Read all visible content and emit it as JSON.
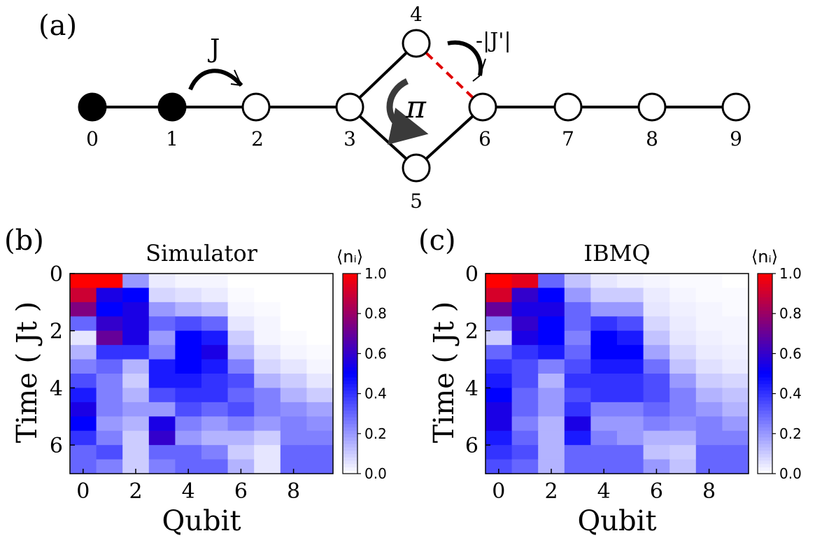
{
  "panel_a": {
    "label": "(a)",
    "hopping_label": "J",
    "flux_label": "π",
    "modified_hopping_label": "-|J'|",
    "colors": {
      "filled": "#000000",
      "empty": "#ffffff",
      "modified_bond": "#e00000",
      "flux_arrow": "#3a3a3a"
    },
    "nodes": [
      {
        "label": "0",
        "filled": true
      },
      {
        "label": "1",
        "filled": true
      },
      {
        "label": "2",
        "filled": false
      },
      {
        "label": "3",
        "filled": false
      },
      {
        "label": "4",
        "filled": false
      },
      {
        "label": "5",
        "filled": false
      },
      {
        "label": "6",
        "filled": false
      },
      {
        "label": "7",
        "filled": false
      },
      {
        "label": "8",
        "filled": false
      },
      {
        "label": "9",
        "filled": false
      }
    ]
  },
  "chart_data": [
    {
      "type": "heatmap",
      "panel_label": "(b)",
      "title": "Simulator",
      "xlabel": "Qubit",
      "ylabel": "Time ( Jt )",
      "colorbar_label": "⟨nᵢ⟩",
      "xlim": [
        -0.5,
        9.5
      ],
      "ylim": [
        0,
        7
      ],
      "x_ticks": [
        0,
        2,
        4,
        6,
        8
      ],
      "y_ticks": [
        0,
        2,
        4,
        6
      ],
      "colorbar_range": [
        0.0,
        1.0
      ],
      "colorbar_ticks": [
        "0.0",
        "0.2",
        "0.4",
        "0.6",
        "0.8",
        "1.0"
      ],
      "colormap": [
        "#ffffff",
        "#0000ff",
        "#ff0000"
      ],
      "x": [
        0,
        1,
        2,
        3,
        4,
        5,
        6,
        7,
        8,
        9
      ],
      "time": [
        0.0,
        0.5,
        1.0,
        1.5,
        2.0,
        2.5,
        3.0,
        3.5,
        4.0,
        4.5,
        5.0,
        5.5,
        6.0,
        6.5
      ],
      "z": [
        [
          1.0,
          1.0,
          0.2,
          0.04,
          0.02,
          0.02,
          0.0,
          0.0,
          0.0,
          0.0
        ],
        [
          0.9,
          0.55,
          0.5,
          0.08,
          0.06,
          0.04,
          0.01,
          0.0,
          0.0,
          0.0
        ],
        [
          0.75,
          0.5,
          0.55,
          0.2,
          0.15,
          0.12,
          0.02,
          0.01,
          0.0,
          0.0
        ],
        [
          0.3,
          0.6,
          0.55,
          0.3,
          0.35,
          0.3,
          0.05,
          0.02,
          0.0,
          0.0
        ],
        [
          0.05,
          0.7,
          0.55,
          0.2,
          0.5,
          0.45,
          0.1,
          0.02,
          0.01,
          0.0
        ],
        [
          0.15,
          0.4,
          0.4,
          0.25,
          0.5,
          0.55,
          0.15,
          0.05,
          0.02,
          0.01
        ],
        [
          0.25,
          0.3,
          0.15,
          0.45,
          0.5,
          0.45,
          0.25,
          0.08,
          0.05,
          0.02
        ],
        [
          0.35,
          0.25,
          0.1,
          0.45,
          0.45,
          0.4,
          0.35,
          0.15,
          0.1,
          0.05
        ],
        [
          0.45,
          0.25,
          0.15,
          0.35,
          0.4,
          0.4,
          0.3,
          0.25,
          0.15,
          0.1
        ],
        [
          0.55,
          0.25,
          0.2,
          0.2,
          0.35,
          0.3,
          0.35,
          0.25,
          0.22,
          0.18
        ],
        [
          0.5,
          0.2,
          0.15,
          0.55,
          0.25,
          0.2,
          0.25,
          0.2,
          0.25,
          0.22
        ],
        [
          0.4,
          0.25,
          0.1,
          0.6,
          0.2,
          0.15,
          0.15,
          0.1,
          0.25,
          0.25
        ],
        [
          0.3,
          0.35,
          0.1,
          0.3,
          0.3,
          0.25,
          0.1,
          0.05,
          0.3,
          0.3
        ],
        [
          0.3,
          0.25,
          0.1,
          0.25,
          0.3,
          0.3,
          0.15,
          0.05,
          0.3,
          0.3
        ]
      ]
    },
    {
      "type": "heatmap",
      "panel_label": "(c)",
      "title": "IBMQ",
      "xlabel": "Qubit",
      "ylabel": "Time ( Jt )",
      "colorbar_label": "⟨nᵢ⟩",
      "xlim": [
        -0.5,
        9.5
      ],
      "ylim": [
        0,
        7
      ],
      "x_ticks": [
        0,
        2,
        4,
        6,
        8
      ],
      "y_ticks": [
        0,
        2,
        4,
        6
      ],
      "colorbar_range": [
        0.0,
        1.0
      ],
      "colorbar_ticks": [
        "0.0",
        "0.2",
        "0.4",
        "0.6",
        "0.8",
        "1.0"
      ],
      "colormap": [
        "#ffffff",
        "#0000ff",
        "#ff0000"
      ],
      "x": [
        0,
        1,
        2,
        3,
        4,
        5,
        6,
        7,
        8,
        9
      ],
      "time": [
        0.0,
        0.5,
        1.0,
        1.5,
        2.0,
        2.5,
        3.0,
        3.5,
        4.0,
        4.5,
        5.0,
        5.5,
        6.0,
        6.5
      ],
      "z": [
        [
          1.0,
          0.95,
          0.3,
          0.12,
          0.05,
          0.03,
          0.02,
          0.01,
          0.01,
          0.0
        ],
        [
          0.92,
          0.6,
          0.5,
          0.2,
          0.1,
          0.1,
          0.04,
          0.02,
          0.01,
          0.01
        ],
        [
          0.7,
          0.55,
          0.55,
          0.3,
          0.2,
          0.2,
          0.05,
          0.03,
          0.02,
          0.01
        ],
        [
          0.25,
          0.6,
          0.5,
          0.3,
          0.4,
          0.35,
          0.08,
          0.04,
          0.02,
          0.02
        ],
        [
          0.1,
          0.55,
          0.5,
          0.25,
          0.5,
          0.45,
          0.12,
          0.05,
          0.03,
          0.02
        ],
        [
          0.3,
          0.4,
          0.45,
          0.3,
          0.5,
          0.5,
          0.18,
          0.08,
          0.04,
          0.03
        ],
        [
          0.4,
          0.35,
          0.25,
          0.35,
          0.45,
          0.45,
          0.28,
          0.12,
          0.06,
          0.04
        ],
        [
          0.45,
          0.35,
          0.15,
          0.4,
          0.4,
          0.4,
          0.35,
          0.2,
          0.1,
          0.08
        ],
        [
          0.5,
          0.3,
          0.2,
          0.35,
          0.4,
          0.4,
          0.35,
          0.25,
          0.15,
          0.12
        ],
        [
          0.55,
          0.3,
          0.2,
          0.4,
          0.25,
          0.25,
          0.3,
          0.25,
          0.2,
          0.15
        ],
        [
          0.55,
          0.25,
          0.15,
          0.55,
          0.2,
          0.2,
          0.25,
          0.22,
          0.25,
          0.2
        ],
        [
          0.45,
          0.3,
          0.15,
          0.45,
          0.25,
          0.2,
          0.15,
          0.15,
          0.25,
          0.25
        ],
        [
          0.4,
          0.35,
          0.15,
          0.3,
          0.3,
          0.3,
          0.12,
          0.1,
          0.3,
          0.3
        ],
        [
          0.35,
          0.3,
          0.15,
          0.3,
          0.3,
          0.3,
          0.2,
          0.12,
          0.3,
          0.3
        ]
      ]
    }
  ]
}
